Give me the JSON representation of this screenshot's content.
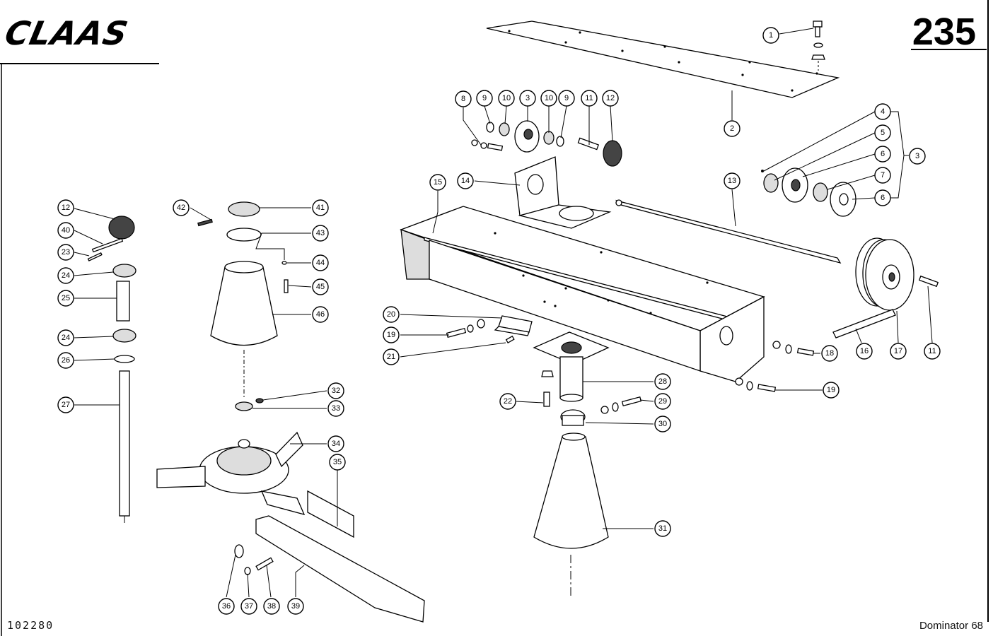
{
  "header": {
    "brand_logo": "CLAAS",
    "page_number": "235"
  },
  "footer": {
    "drawing_code": "102280",
    "model": "Dominator 68"
  },
  "callouts": [
    {
      "id": "c1",
      "label": "1"
    },
    {
      "id": "c2",
      "label": "2"
    },
    {
      "id": "c3a",
      "label": "3"
    },
    {
      "id": "c3b",
      "label": "3"
    },
    {
      "id": "c4",
      "label": "4"
    },
    {
      "id": "c5",
      "label": "5"
    },
    {
      "id": "c6a",
      "label": "6"
    },
    {
      "id": "c6b",
      "label": "6"
    },
    {
      "id": "c7",
      "label": "7"
    },
    {
      "id": "c8",
      "label": "8"
    },
    {
      "id": "c9a",
      "label": "9"
    },
    {
      "id": "c9b",
      "label": "9"
    },
    {
      "id": "c10a",
      "label": "10"
    },
    {
      "id": "c10b",
      "label": "10"
    },
    {
      "id": "c11a",
      "label": "11"
    },
    {
      "id": "c11b",
      "label": "11"
    },
    {
      "id": "c12a",
      "label": "12"
    },
    {
      "id": "c12b",
      "label": "12"
    },
    {
      "id": "c13",
      "label": "13"
    },
    {
      "id": "c14",
      "label": "14"
    },
    {
      "id": "c15",
      "label": "15"
    },
    {
      "id": "c16",
      "label": "16"
    },
    {
      "id": "c17",
      "label": "17"
    },
    {
      "id": "c18",
      "label": "18"
    },
    {
      "id": "c19a",
      "label": "19"
    },
    {
      "id": "c19b",
      "label": "19"
    },
    {
      "id": "c20",
      "label": "20"
    },
    {
      "id": "c21",
      "label": "21"
    },
    {
      "id": "c22",
      "label": "22"
    },
    {
      "id": "c23",
      "label": "23"
    },
    {
      "id": "c24a",
      "label": "24"
    },
    {
      "id": "c24b",
      "label": "24"
    },
    {
      "id": "c25",
      "label": "25"
    },
    {
      "id": "c26",
      "label": "26"
    },
    {
      "id": "c27",
      "label": "27"
    },
    {
      "id": "c28",
      "label": "28"
    },
    {
      "id": "c29",
      "label": "29"
    },
    {
      "id": "c30",
      "label": "30"
    },
    {
      "id": "c31",
      "label": "31"
    },
    {
      "id": "c32",
      "label": "32"
    },
    {
      "id": "c33",
      "label": "33"
    },
    {
      "id": "c34",
      "label": "34"
    },
    {
      "id": "c35",
      "label": "35"
    },
    {
      "id": "c36",
      "label": "36"
    },
    {
      "id": "c37",
      "label": "37"
    },
    {
      "id": "c38",
      "label": "38"
    },
    {
      "id": "c39",
      "label": "39"
    },
    {
      "id": "c40",
      "label": "40"
    },
    {
      "id": "c41",
      "label": "41"
    },
    {
      "id": "c42",
      "label": "42"
    },
    {
      "id": "c43",
      "label": "43"
    },
    {
      "id": "c44",
      "label": "44"
    },
    {
      "id": "c45",
      "label": "45"
    },
    {
      "id": "c46",
      "label": "46"
    }
  ]
}
